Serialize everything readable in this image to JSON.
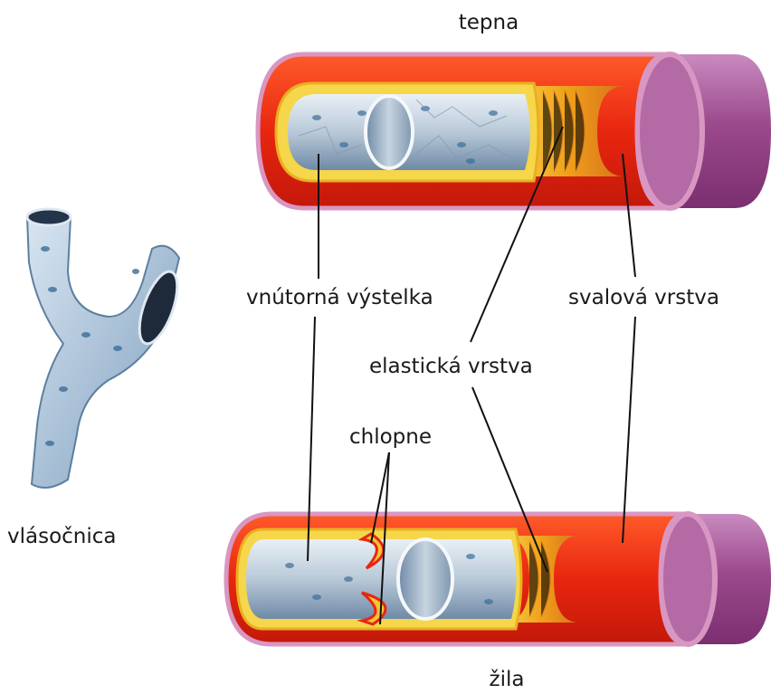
{
  "labels": {
    "artery": "tepna",
    "vein": "žila",
    "capillary": "vlásočnica",
    "inner_lining": "vnútorná výstelka",
    "muscle_layer": "svalová vrstva",
    "elastic_layer": "elastická vrstva",
    "valves": "chlopne"
  },
  "colors": {
    "muscle": "#e8260f",
    "elastic": "#f0a21c",
    "elastic_light": "#f7d24a",
    "outer_wall": "#a2508f",
    "outer_rim": "#d897c2",
    "lining": "#b9c9d8",
    "lining_dark": "#6f8aa6",
    "lining_cells": "#3b6e9a"
  }
}
